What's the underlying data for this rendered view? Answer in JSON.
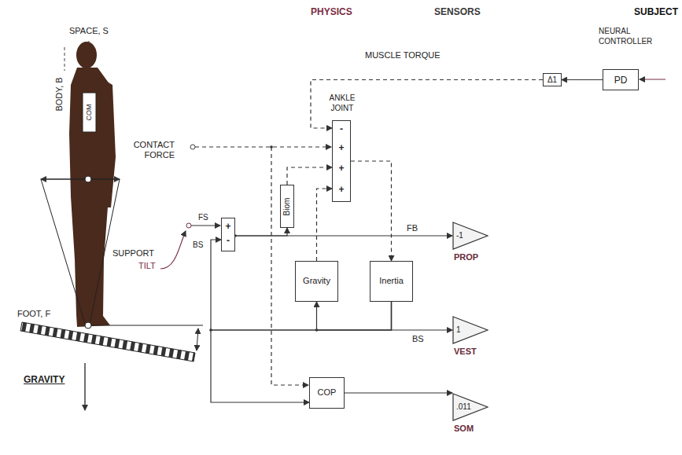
{
  "diagram": {
    "nodes": [
      {
        "text": [
          "NEURAL CONTROLLER",
          "PD"
        ]
      },
      {
        "text": [
          "Δ1"
        ]
      },
      {
        "text": [
          "ANKLE JOINT",
          "-",
          "+",
          "+",
          "+"
        ]
      },
      {
        "text": [
          "+",
          "-"
        ]
      },
      {
        "text": [
          "Biom"
        ]
      },
      {
        "text": [
          "Gravity"
        ]
      },
      {
        "text": [
          "Inertia"
        ]
      },
      {
        "text": [
          "COP"
        ]
      },
      {
        "text": [
          "-1",
          "PROP"
        ]
      },
      {
        "text": [
          "1",
          "VEST"
        ]
      },
      {
        "text": [
          ".011",
          "SOM"
        ]
      }
    ],
    "edges": [
      {
        "from": 0,
        "to": 1,
        "arrow": "to"
      },
      {
        "from": 1,
        "to": 2,
        "arrow": "to",
        "label": "MUSCLE TORQUE"
      },
      {
        "from": 3,
        "to": 8,
        "arrow": "to",
        "label": "FB"
      },
      {
        "from": 3,
        "to": 4,
        "arrow": "to"
      },
      {
        "from": 4,
        "to": 2,
        "arrow": "to"
      },
      {
        "from": 5,
        "to": 2,
        "arrow": "to"
      },
      {
        "from": 2,
        "to": 6,
        "arrow": "to"
      },
      {
        "from": 6,
        "to": 9,
        "arrow": "to",
        "label": "BS"
      },
      {
        "from": 6,
        "to": 5,
        "arrow": "to"
      },
      {
        "from": 6,
        "to": 3,
        "arrow": "to"
      },
      {
        "from": 6,
        "to": 7,
        "arrow": "to"
      },
      {
        "from": 7,
        "to": 10,
        "arrow": "to"
      }
    ],
    "labels": [
      "PHYSICS",
      "SENSORS",
      "SUBJECT",
      "SPACE, S",
      "BODY, B",
      "COM",
      "CONTACT FORCE",
      "SUPPORT",
      "TILT",
      "FS",
      "BS",
      "FOOT, F",
      "GRAVITY"
    ]
  }
}
